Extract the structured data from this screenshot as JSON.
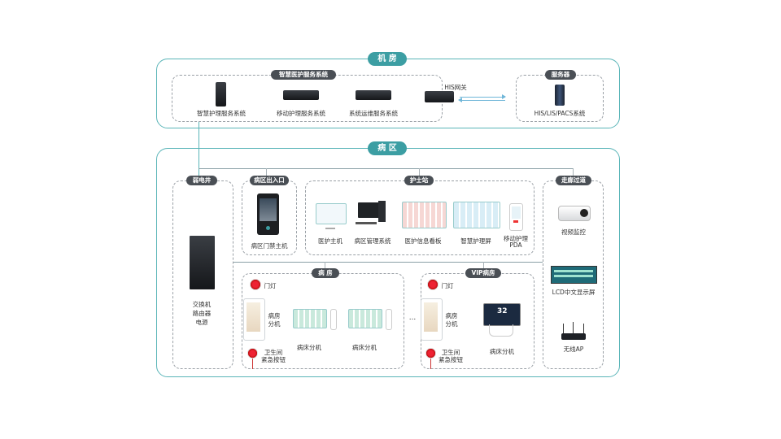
{
  "jifang": {
    "title": "机 房",
    "service_group_tag": "智慧医护服务系统",
    "systems": [
      "智慧护理服务系统",
      "移动护理服务系统",
      "系统运维服务系统"
    ],
    "gateway": "HIS网关",
    "server_tag": "服务器",
    "server_label": "HIS/LIS/PACS系统"
  },
  "bingqu": {
    "title": "病 区",
    "ruodianjing": {
      "tag": "弱电井",
      "label_lines": [
        "交换机",
        "路由器",
        "电源"
      ]
    },
    "entrance": {
      "tag": "病区出入口",
      "label": "病区门禁主机"
    },
    "nurse_station": {
      "tag": "护士站",
      "items": [
        "医护主机",
        "病区管理系统",
        "医护信息看板",
        "智慧护理屏",
        "移动护理",
        "PDA"
      ]
    },
    "corridor": {
      "tag": "走廊过道",
      "items": [
        "视频监控",
        "LCD中文显示屏",
        "无线AP"
      ]
    },
    "ward": {
      "tag": "病 房",
      "door_light": "门灯",
      "room_unit_lines": [
        "病房",
        "分机"
      ],
      "bed_units": [
        "病床分机",
        "病床分机"
      ],
      "emergency_lines": [
        "卫生间",
        "紧急按钮"
      ],
      "ellipsis": "..."
    },
    "vip_ward": {
      "tag": "VIP病房",
      "door_light": "门灯",
      "room_unit_lines": [
        "病房",
        "分机"
      ],
      "bed_unit": "病床分机",
      "emergency_lines": [
        "卫生间",
        "紧急按钮"
      ],
      "screen_value": "32"
    }
  }
}
